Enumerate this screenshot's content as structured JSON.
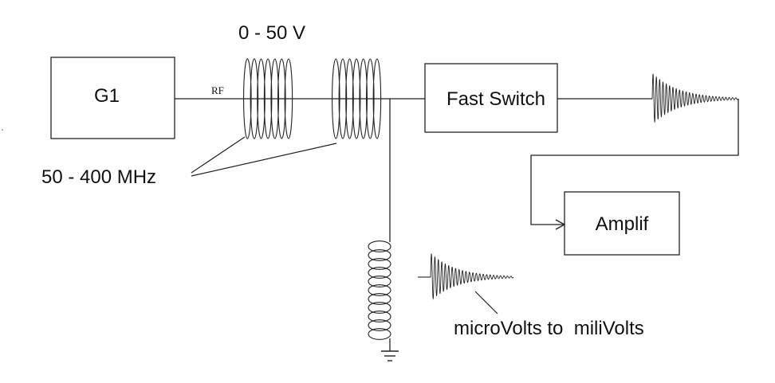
{
  "blocks": {
    "generator": "G1",
    "switch": "Fast Switch",
    "amplifier": "Amplif"
  },
  "labels": {
    "rf": "RF",
    "voltage": "0 - 50 V",
    "frequency": "50 - 400 MHz",
    "signal_range": "microVolts to  miliVolts"
  },
  "colors": {
    "line": "#222222",
    "background": "#ffffff"
  }
}
